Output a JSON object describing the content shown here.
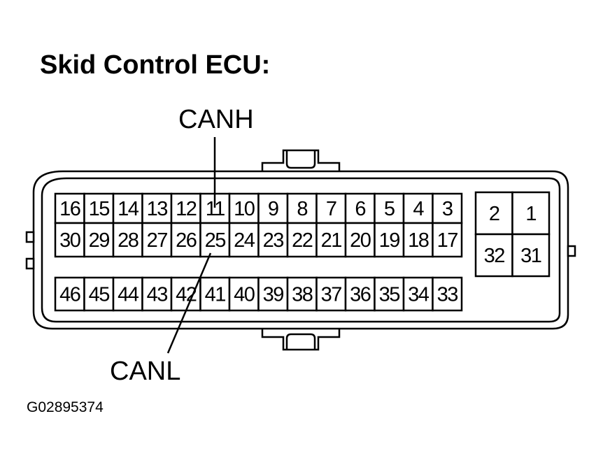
{
  "title": "Skid Control ECU:",
  "figure_code": "G02895374",
  "callouts": {
    "canh": "CANH",
    "canl": "CANL"
  },
  "connector": {
    "row1": [
      "16",
      "15",
      "14",
      "13",
      "12",
      "11",
      "10",
      "9",
      "8",
      "7",
      "6",
      "5",
      "4",
      "3"
    ],
    "row2": [
      "30",
      "29",
      "28",
      "27",
      "26",
      "25",
      "24",
      "23",
      "22",
      "21",
      "20",
      "19",
      "18",
      "17"
    ],
    "row3": [
      "46",
      "45",
      "44",
      "43",
      "42",
      "41",
      "40",
      "39",
      "38",
      "37",
      "36",
      "35",
      "34",
      "33"
    ],
    "small_block": {
      "top": [
        "2",
        "1"
      ],
      "bottom": [
        "32",
        "31"
      ]
    }
  },
  "colors": {
    "line": "#000000",
    "background": "#ffffff"
  }
}
